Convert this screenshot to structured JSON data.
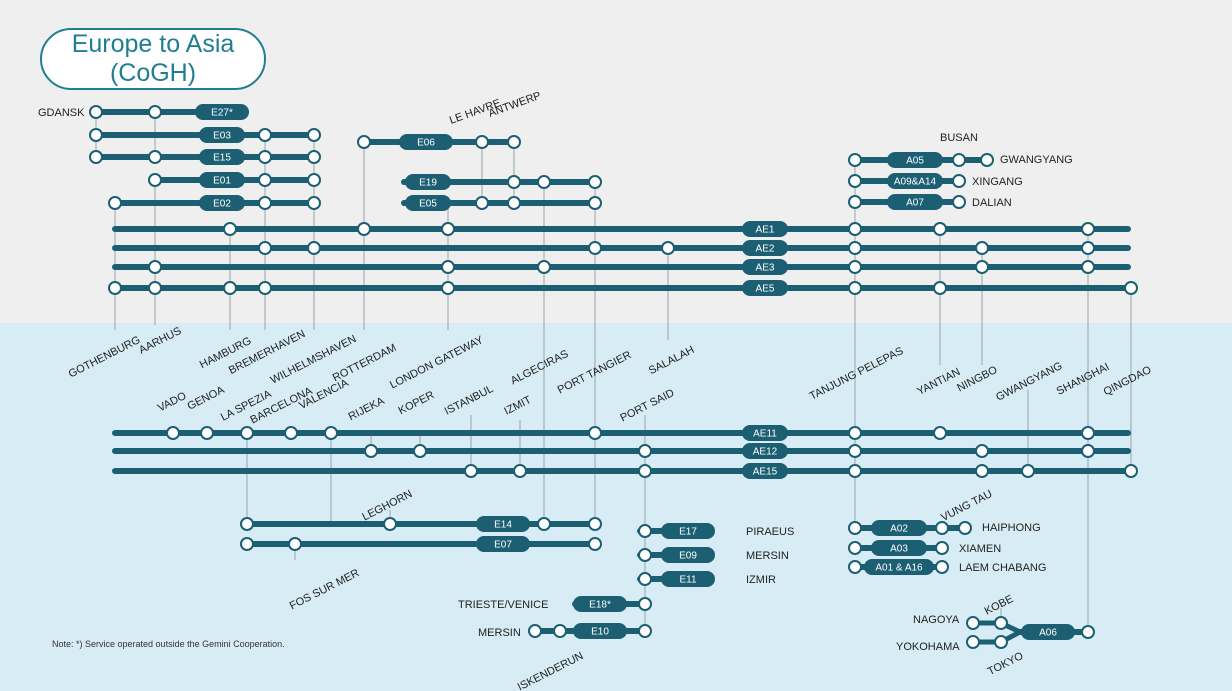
{
  "title": {
    "line1": "Europe to Asia",
    "line2": "(CoGH)"
  },
  "note": "Note: *) Service operated outside the Gemini Cooperation.",
  "colors": {
    "line": "#1c5f73",
    "station_fill": "#ffffff",
    "connector": "#9aa3a8",
    "title": "#1f7e90",
    "top_bg": "#efeff0",
    "bottom_bg": "#d7ecf5"
  },
  "service_labels": {
    "E27": "E27*",
    "E03": "E03",
    "E15": "E15",
    "E01": "E01",
    "E02": "E02",
    "E06": "E06",
    "E19": "E19",
    "E05": "E05",
    "A05": "A05",
    "A09": "A09&A14",
    "A07": "A07",
    "AE1": "AE1",
    "AE2": "AE2",
    "AE3": "AE3",
    "AE5": "AE5",
    "AE11": "AE11",
    "AE12": "AE12",
    "AE15": "AE15",
    "E14": "E14",
    "E07": "E07",
    "E17": "E17",
    "E09": "E09",
    "E11": "E11",
    "E18": "E18*",
    "E10": "E10",
    "A02": "A02",
    "A03": "A03",
    "A01": "A01 & A16",
    "A06": "A06"
  },
  "port_labels": {
    "gdansk": "GDANSK",
    "le_havre": "LE HAVRE",
    "antwerp": "ANTWERP",
    "busan": "BUSAN",
    "gwangyang_top": "GWANGYANG",
    "xingang": "XINGANG",
    "dalian": "DALIAN",
    "gothenburg": "GOTHENBURG",
    "aarhus": "AARHUS",
    "hamburg": "HAMBURG",
    "bremerhaven": "BREMERHAVEN",
    "wilhelmshaven": "WILHELMSHAVEN",
    "rotterdam": "ROTTERDAM",
    "london_gateway": "LONDON GATEWAY",
    "algeciras": "ALGECIRAS",
    "port_tangier": "PORT TANGIER",
    "salalah": "SALALAH",
    "tanjung_pelepas": "TANJUNG PELEPAS",
    "yantian": "YANTIAN",
    "ningbo": "NINGBO",
    "gwangyang_mid": "GWANGYANG",
    "shanghai": "SHANGHAI",
    "qingdao": "QINGDAO",
    "vado": "VADO",
    "genoa": "GENOA",
    "la_spezia": "LA SPEZIA",
    "barcelona": "BARCELONA",
    "valencia": "VALENCIA",
    "rijeka": "RIJEKA",
    "koper": "KOPER",
    "istanbul": "ISTANBUL",
    "izmit": "IZMIT",
    "port_said": "PORT SAID",
    "leghorn": "LEGHORN",
    "fos_sur_mer": "FOS SUR MER",
    "piraeus": "PIRAEUS",
    "mersin_e09": "MERSIN",
    "izmir": "IZMIR",
    "trieste": "TRIESTE/VENICE",
    "mersin_e10": "MERSIN",
    "iskenderun": "ISKENDERUN",
    "vung_tau": "VUNG TAU",
    "haiphong": "HAIPHONG",
    "xiamen": "XIAMEN",
    "laem_chabang": "LAEM CHABANG",
    "nagoya": "NAGOYA",
    "kobe": "KOBE",
    "yokohama": "YOKOHAMA",
    "tokyo": "TOKYO"
  }
}
